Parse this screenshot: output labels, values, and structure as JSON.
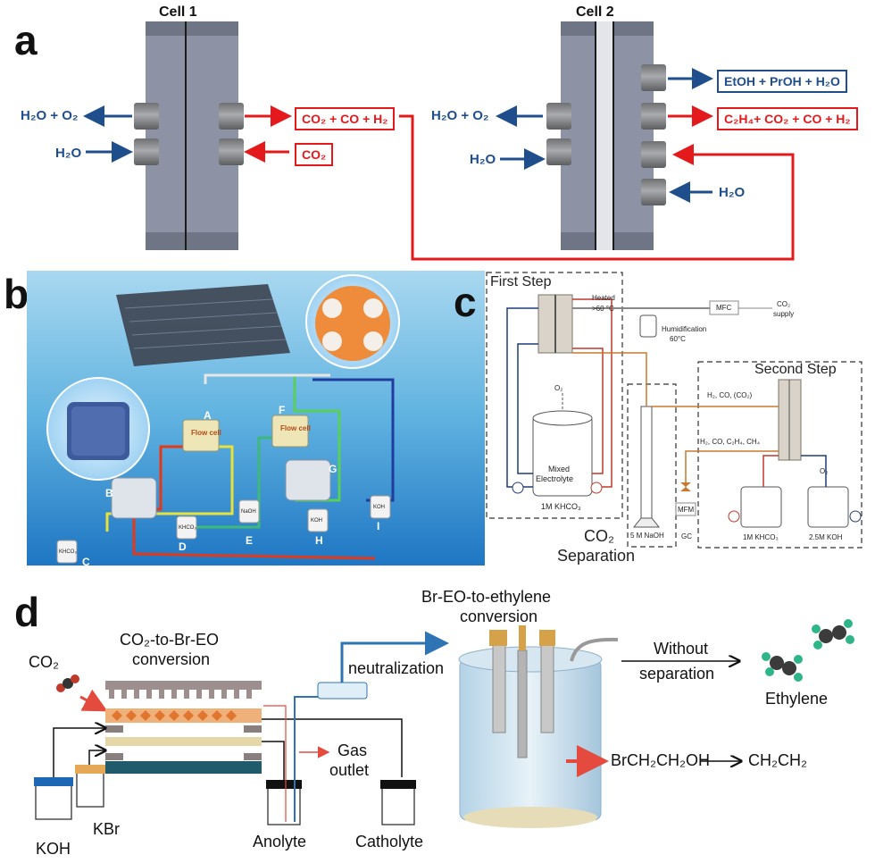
{
  "panel_a": {
    "letter": "a",
    "cell1_title": "Cell 1",
    "cell2_title": "Cell 2",
    "cell1_left_out": "H₂O + O₂",
    "cell1_left_in": "H₂O",
    "cell1_right_out": "CO₂ + CO + H₂",
    "cell1_right_in": "CO₂",
    "cell2_left_out": "H₂O + O₂",
    "cell2_left_in": "H₂O",
    "cell2_out_liquid": "EtOH + PrOH + H₂O",
    "cell2_out_gas": "C₂H₄+ CO₂ + CO + H₂",
    "cell2_in_water": "H₂O",
    "colors": {
      "red": "#e3191b",
      "blue": "#1f4e8c",
      "plate": "#8d93a4"
    }
  },
  "panel_b": {
    "letter": "b",
    "flow_cell_label": "Flow cell",
    "markers": [
      "A",
      "B",
      "C",
      "D",
      "E",
      "F",
      "G",
      "H",
      "I"
    ],
    "bottle_labels": [
      "KHCO₃",
      "KHCO₃",
      "NaOH",
      "KOH",
      "KOH"
    ]
  },
  "panel_c": {
    "letter": "c",
    "first_step": "First Step",
    "second_step": "Second Step",
    "heated": "Heated",
    "heated_temp": ">60 °C",
    "mfc": "MFC",
    "co2_supply_1": "CO₂",
    "co2_supply_2": "supply",
    "humidification": "Humidification",
    "humidification_temp": "60°C",
    "o2_first": "O₂",
    "mixed_1": "Mixed",
    "mixed_2": "Electrolyte",
    "khco3_first": "1M KHCO₃",
    "naoh": "5 M NaOH",
    "co2_sep_1": "CO₂",
    "co2_sep_2": "Separation",
    "gas_top": "H₂, CO, (CO₂)",
    "gas_bottom": "H₂, CO, C₂H₄, CH₄",
    "mfm": "MFM",
    "gc": "GC",
    "khco3_second": "1M KHCO₃",
    "koh_second": "2.5M KOH",
    "o2_second": "O₂"
  },
  "panel_d": {
    "letter": "d",
    "co2": "CO₂",
    "conv1_line1": "CO₂-to-Br-EO",
    "conv1_line2": "conversion",
    "conv2_line1": "Br-EO-to-ethylene",
    "conv2_line2": "conversion",
    "neutralization": "neutralization",
    "without_1": "Without",
    "without_2": "separation",
    "ethylene": "Ethylene",
    "gas_1": "Gas",
    "gas_2": "outlet",
    "koh": "KOH",
    "kbr": "KBr",
    "anolyte": "Anolyte",
    "catholyte": "Catholyte",
    "reactant": "BrCH₂CH₂OH",
    "product": "CH₂CH₂"
  }
}
